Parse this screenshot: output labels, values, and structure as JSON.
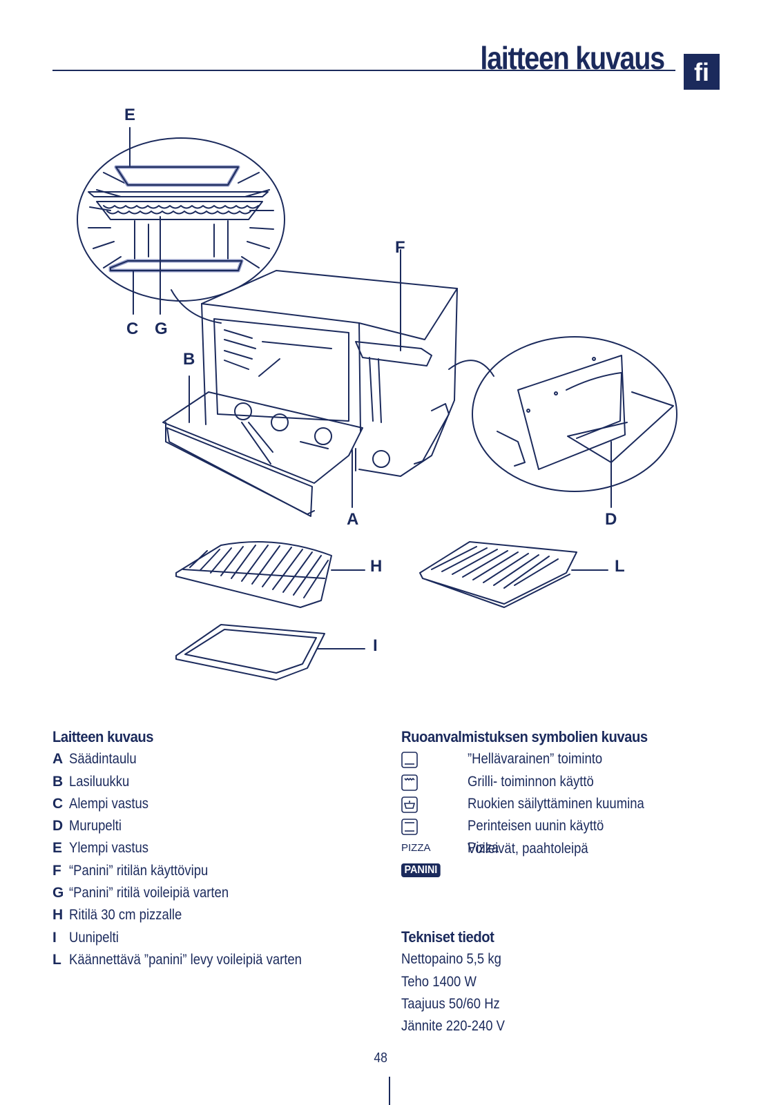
{
  "header": {
    "title": "laitteen kuvaus",
    "lang_badge": "fi"
  },
  "figure": {
    "callouts": [
      "E",
      "F",
      "C",
      "G",
      "B",
      "A",
      "D",
      "H",
      "L",
      "I"
    ]
  },
  "parts": {
    "heading": "Laitteen kuvaus",
    "items": [
      {
        "key": "A",
        "label": "Säädintaulu"
      },
      {
        "key": "B",
        "label": "Lasiluukku"
      },
      {
        "key": "C",
        "label": "Alempi vastus"
      },
      {
        "key": "D",
        "label": "Murupelti"
      },
      {
        "key": "E",
        "label": "Ylempi vastus"
      },
      {
        "key": "F",
        "label": "“Panini” ritilän käyttövipu"
      },
      {
        "key": "G",
        "label": "“Panini” ritilä voileipiä varten"
      },
      {
        "key": "H",
        "label": "Ritilä 30 cm pizzalle"
      },
      {
        "key": "I",
        "label": "Uunipelti"
      },
      {
        "key": "L",
        "label": "Käännettävä ”panini” levy voileipiä varten"
      }
    ]
  },
  "symbols": {
    "heading": "Ruoanvalmistuksen symbolien kuvaus",
    "items": [
      {
        "icon": "bottom-heat-icon",
        "label": "”Hellävarainen” toiminto"
      },
      {
        "icon": "top-grill-icon",
        "label": "Grilli- toiminnon käyttö"
      },
      {
        "icon": "keep-warm-icon",
        "label": "Ruokien säilyttäminen kuumina"
      },
      {
        "icon": "conventional-oven-icon",
        "label": "Perinteisen uunin käyttö"
      },
      {
        "icon": "pizza-text-icon",
        "symbol_text": "PIZZA",
        "label": "Pizza"
      },
      {
        "icon": "panini-badge-icon",
        "symbol_text": "PANINI",
        "label": "Voileivät, paahtoleipä"
      }
    ]
  },
  "specs": {
    "heading": "Tekniset tiedot",
    "items": [
      "Nettopaino 5,5 kg",
      "Teho 1400 W",
      "Taajuus 50/60 Hz",
      "Jännite 220-240 V"
    ]
  },
  "footer": {
    "page_number": "48"
  },
  "colors": {
    "ink": "#1b2a5c",
    "element_highlight": "#8d96c2"
  }
}
